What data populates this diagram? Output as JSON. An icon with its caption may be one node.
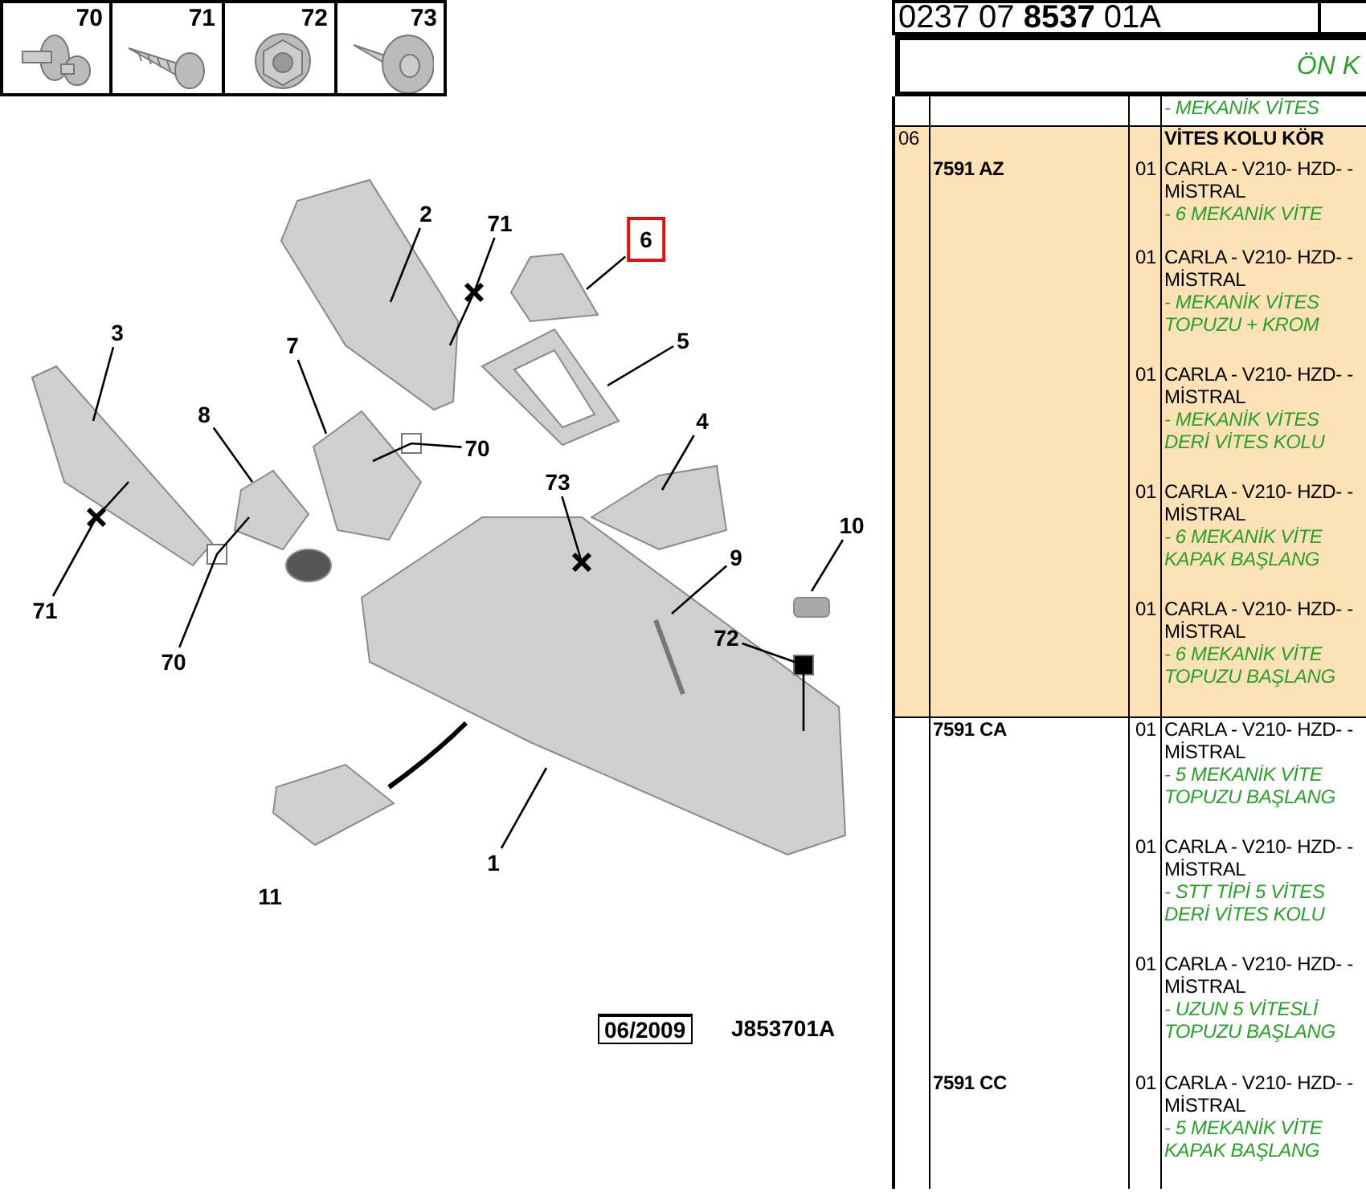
{
  "diagram": {
    "nodes": [
      {
        "text": [
          "70"
        ]
      },
      {
        "text": [
          "71"
        ]
      },
      {
        "text": [
          "72"
        ]
      },
      {
        "text": [
          "73"
        ]
      },
      {
        "text": [
          "2"
        ]
      },
      {
        "text": [
          "71"
        ]
      },
      {
        "text": [
          "6"
        ]
      },
      {
        "text": [
          "3"
        ]
      },
      {
        "text": [
          "5"
        ]
      },
      {
        "text": [
          "7"
        ]
      },
      {
        "text": [
          "8"
        ]
      },
      {
        "text": [
          "4"
        ]
      },
      {
        "text": [
          "70"
        ]
      },
      {
        "text": [
          "73"
        ]
      },
      {
        "text": [
          "10"
        ]
      },
      {
        "text": [
          "9"
        ]
      },
      {
        "text": [
          "71"
        ]
      },
      {
        "text": [
          "72"
        ]
      },
      {
        "text": [
          "70"
        ]
      },
      {
        "text": [
          "1"
        ]
      }
    ],
    "edges": [
      {
        "from": 4,
        "to": null,
        "arrow": "none"
      },
      {
        "from": 5,
        "to": null,
        "arrow": "none"
      },
      {
        "from": 6,
        "to": null,
        "arrow": "none"
      },
      {
        "from": 7,
        "to": null,
        "arrow": "none"
      },
      {
        "from": 8,
        "to": null,
        "arrow": "none"
      },
      {
        "from": 9,
        "to": null,
        "arrow": "none"
      },
      {
        "from": 10,
        "to": null,
        "arrow": "none"
      },
      {
        "from": 11,
        "to": null,
        "arrow": "none"
      },
      {
        "from": 12,
        "to": null,
        "arrow": "none"
      },
      {
        "from": 13,
        "to": null,
        "arrow": "none"
      },
      {
        "from": 14,
        "to": null,
        "arrow": "none"
      },
      {
        "from": 15,
        "to": null,
        "arrow": "none"
      },
      {
        "from": 16,
        "to": null,
        "arrow": "none"
      },
      {
        "from": 17,
        "to": null,
        "arrow": "none"
      },
      {
        "from": 18,
        "to": null,
        "arrow": "none"
      },
      {
        "from": 19,
        "to": null,
        "arrow": "none"
      }
    ],
    "labels": [
      "0237 07 **8537** 01A",
      "ÖN K",
      "- MEKANİK VİTES",
      "06",
      "VİTES KOLU KÖR",
      "7591 AZ",
      "01",
      "CARLA - V210- HZD- - MİSTRAL",
      "- 6 MEKANİK VİTE",
      "01",
      "CARLA - V210- HZD- - MİSTRAL",
      "- MEKANİK VİTES TOPUZU + KROM",
      "01",
      "CARLA - V210- HZD- - MİSTRAL",
      "- MEKANİK VİTES DERİ VİTES KOLU",
      "01",
      "CARLA - V210- HZD- - MİSTRAL",
      "- 6 MEKANİK VİTE KAPAK BAŞLANG",
      "01",
      "CARLA - V210- HZD- - MİSTRAL",
      "- 6 MEKANİK VİTE TOPUZU BAŞLANG",
      "7591 CA",
      "01",
      "CARLA - V210- HZD- - MİSTRAL",
      "- 5 MEKANİK VİTE TOPUZU BAŞLANG",
      "01",
      "CARLA - V210- HZD- - MİSTRAL",
      "- STT TİPİ 5 VİTES DERİ VİTES KOLU",
      "01",
      "CARLA - V210- HZD- - MİSTRAL",
      "- UZUN 5 VİTESLİ TOPUZU BAŞLANG",
      "7591 CC",
      "01",
      "CARLA - V210- HZD- - MİSTRAL",
      "- 5 MEKANİK VİTE KAPAK BAŞLANG",
      "11",
      "06/2009",
      "J853701A"
    ]
  }
}
